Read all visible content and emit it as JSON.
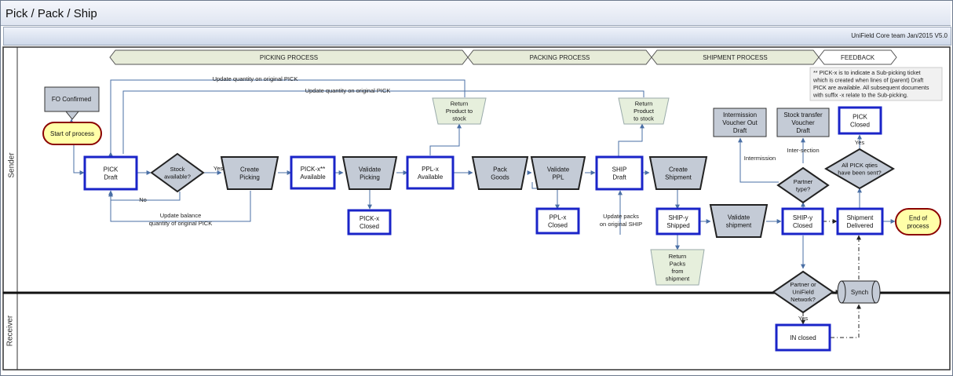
{
  "title": "Pick / Pack / Ship",
  "credit": "UniField Core team Jan/2015 V5.0",
  "lanes": {
    "sender": "Sender",
    "receiver": "Receiver"
  },
  "phases": [
    "PICKING PROCESS",
    "PACKING PROCESS",
    "SHIPMENT PROCESS",
    "FEEDBACK"
  ],
  "note": [
    "** PICK-x is to indicate a Sub-picking ticket",
    "which is created when lines of (parent) Draft",
    "PICK are available. All subsequent documents",
    "with suffix -x relate to the Sub-picking."
  ],
  "nodes": {
    "fo_confirmed": [
      "FO Confirmed"
    ],
    "start": [
      "Start of process"
    ],
    "pick_draft": [
      "PICK",
      "Draft"
    ],
    "stock_available": [
      "Stock",
      "available?"
    ],
    "create_picking": [
      "Create",
      "Picking"
    ],
    "pick_x_available": [
      "PICK-x**",
      "Available"
    ],
    "validate_picking": [
      "Validate",
      "Picking"
    ],
    "pick_x_closed": [
      "PICK-x",
      "Closed"
    ],
    "ppl_x_available": [
      "PPL-x",
      "Available"
    ],
    "return_to_stock_1": [
      "Return",
      "Product to",
      "stock"
    ],
    "pack_goods": [
      "Pack",
      "Goods"
    ],
    "validate_ppl": [
      "Validate",
      "PPL"
    ],
    "ppl_x_closed": [
      "PPL-x",
      "Closed"
    ],
    "return_to_stock_2": [
      "Return",
      "Product",
      "to stock"
    ],
    "ship_draft": [
      "SHIP",
      "Draft"
    ],
    "create_shipment": [
      "Create",
      "Shipment"
    ],
    "ship_y_shipped": [
      "SHIP-y",
      "Shipped"
    ],
    "return_packs": [
      "Return",
      "Packs",
      "from",
      "shipment"
    ],
    "validate_shipment": [
      "Validate",
      "shipment"
    ],
    "ship_y_closed": [
      "SHIP-y",
      "Closed"
    ],
    "partner_type": [
      "Partner",
      "type?"
    ],
    "imv_draft": [
      "Intermission",
      "Voucher Out",
      "Draft"
    ],
    "stv_draft": [
      "Stock transfer",
      "Voucher",
      "Draft"
    ],
    "shipment_delivered": [
      "Shipment",
      "Delivered"
    ],
    "all_pick_sent": [
      "All PICK qties",
      "have been sent?"
    ],
    "pick_closed": [
      "PICK",
      "Closed"
    ],
    "end": [
      "End of",
      "process"
    ],
    "partner_unifield": [
      "Partner or",
      "UniField",
      "Network?"
    ],
    "synch": [
      "Synch"
    ],
    "in_closed": [
      "IN  closed"
    ]
  },
  "edge_labels": {
    "yes_stock": "Yes",
    "no_stock": "No",
    "update_qty_1": "Update quantity on original PICK",
    "update_qty_2": "Update quantity on original PICK",
    "update_balance": [
      "Update balance",
      "quantity of original PICK"
    ],
    "update_packs": [
      "Update packs",
      "on original SHIP"
    ],
    "intermission": "Intermission",
    "inter_section": "Inter-section",
    "yes_all_pick": "Yes",
    "yes_partner": "Yes"
  },
  "colors": {
    "doc_border": "#1a24c8",
    "shape_fill": "#c4cbd6",
    "start_fill": "#ffffa8",
    "start_border": "#8b0000",
    "line": "#4a6fa5",
    "return_fill": "#e6efdc",
    "phase_fill": "#e7ecd9"
  }
}
